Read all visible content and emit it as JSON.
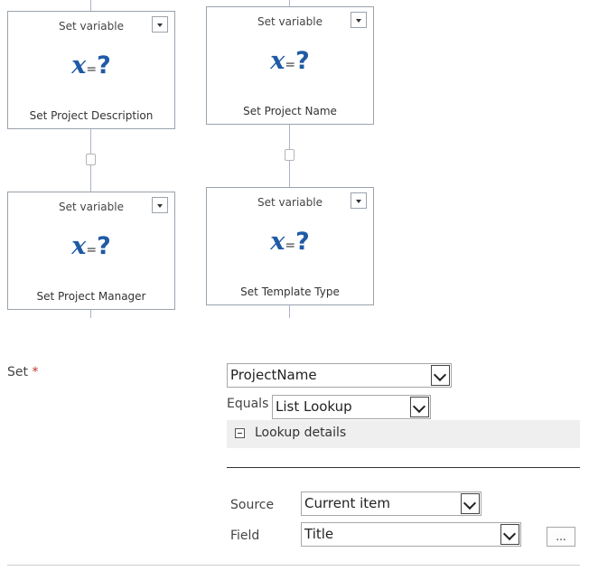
{
  "workflow": {
    "actions": [
      {
        "header": "Set variable",
        "glyph": {
          "x": "x",
          "eq": "=",
          "q": "?"
        },
        "label": "Set Project Description"
      },
      {
        "header": "Set variable",
        "glyph": {
          "x": "x",
          "eq": "=",
          "q": "?"
        },
        "label": "Set Project Name"
      },
      {
        "header": "Set variable",
        "glyph": {
          "x": "x",
          "eq": "=",
          "q": "?"
        },
        "label": "Set Project Manager"
      },
      {
        "header": "Set variable",
        "glyph": {
          "x": "x",
          "eq": "=",
          "q": "?"
        },
        "label": "Set Template Type"
      }
    ],
    "dropdown_icon": "caret-down-icon",
    "connector_icon": "connector-handle-icon"
  },
  "form": {
    "set_label": "Set",
    "required_mark": "*",
    "variable_value": "ProjectName",
    "equals_label": "Equals",
    "equals_value": "List Lookup",
    "lookup_toggle_icon": "collapse-minus-icon",
    "lookup_details_label": "Lookup details",
    "source_label": "Source",
    "source_value": "Current item",
    "field_label": "Field",
    "field_value": "Title",
    "ellipsis_label": "..."
  },
  "colors": {
    "glyph": "#1f5aa6",
    "required": "#c0392b",
    "connector_line": "#aab4c6",
    "section_band": "#efefef"
  }
}
